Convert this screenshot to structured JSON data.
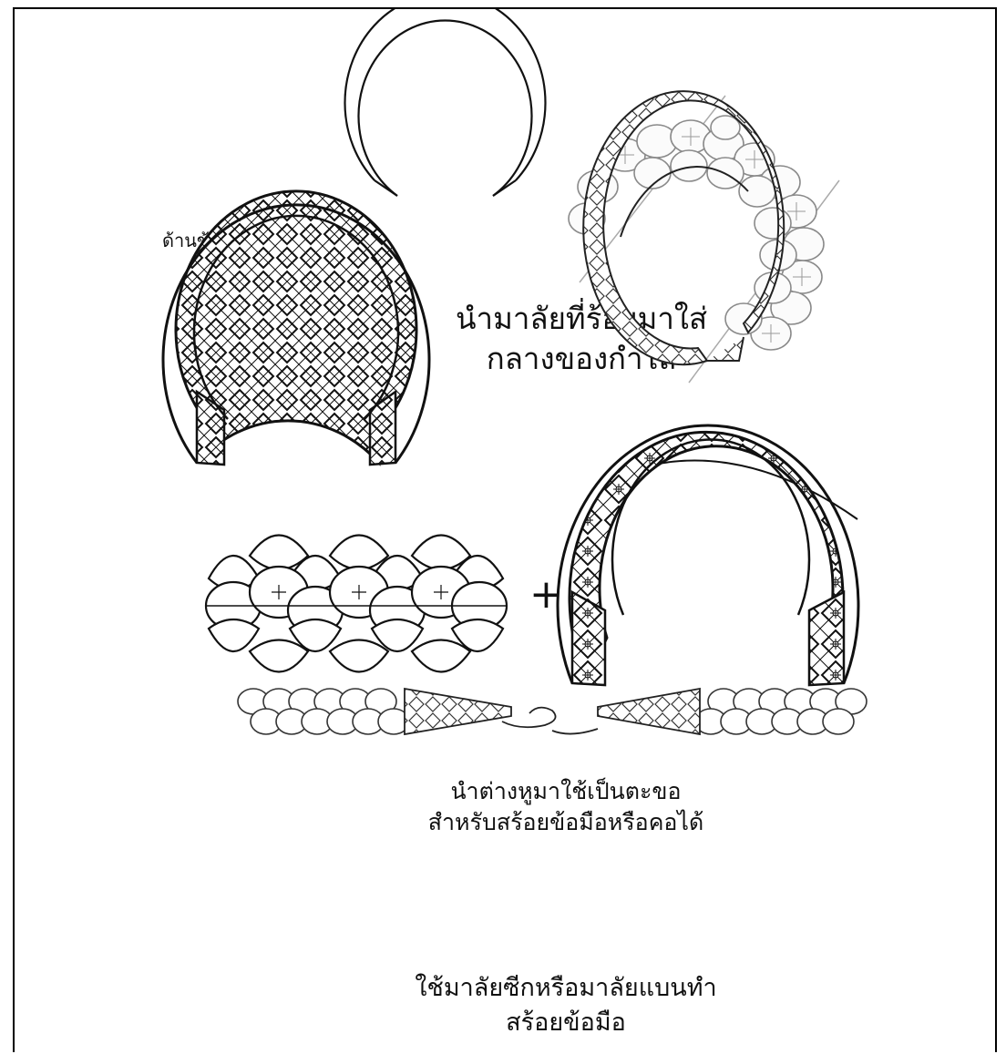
{
  "captions": {
    "side_view": "ด้านข้างของกำไล ตัวซี",
    "place_line1": "นำมาลัยที่ร้อยมาใส่",
    "place_line2": "กลางของกำไล",
    "hook_line1": "นำต่างหูมาใช้เป็นตะขอ",
    "hook_line2": "สำหรับสร้อยข้อมือหรือคอได้",
    "make_line1": "ใช้มาลัยซีกหรือมาลัยแบนทำ",
    "make_line2": "สร้อยข้อมือ"
  },
  "plus_sign": "+",
  "colors": {
    "ink": "#111111",
    "pencil": "#8a8a8a",
    "paper": "#ffffff"
  },
  "figures": [
    "c-shape-bangle-outline",
    "c-shape-bangle-lattice",
    "flower-filled-bangle-sketch",
    "flat-garland-strip",
    "flower-studded-lattice-bangle",
    "garland-bracelet-with-hooks"
  ]
}
